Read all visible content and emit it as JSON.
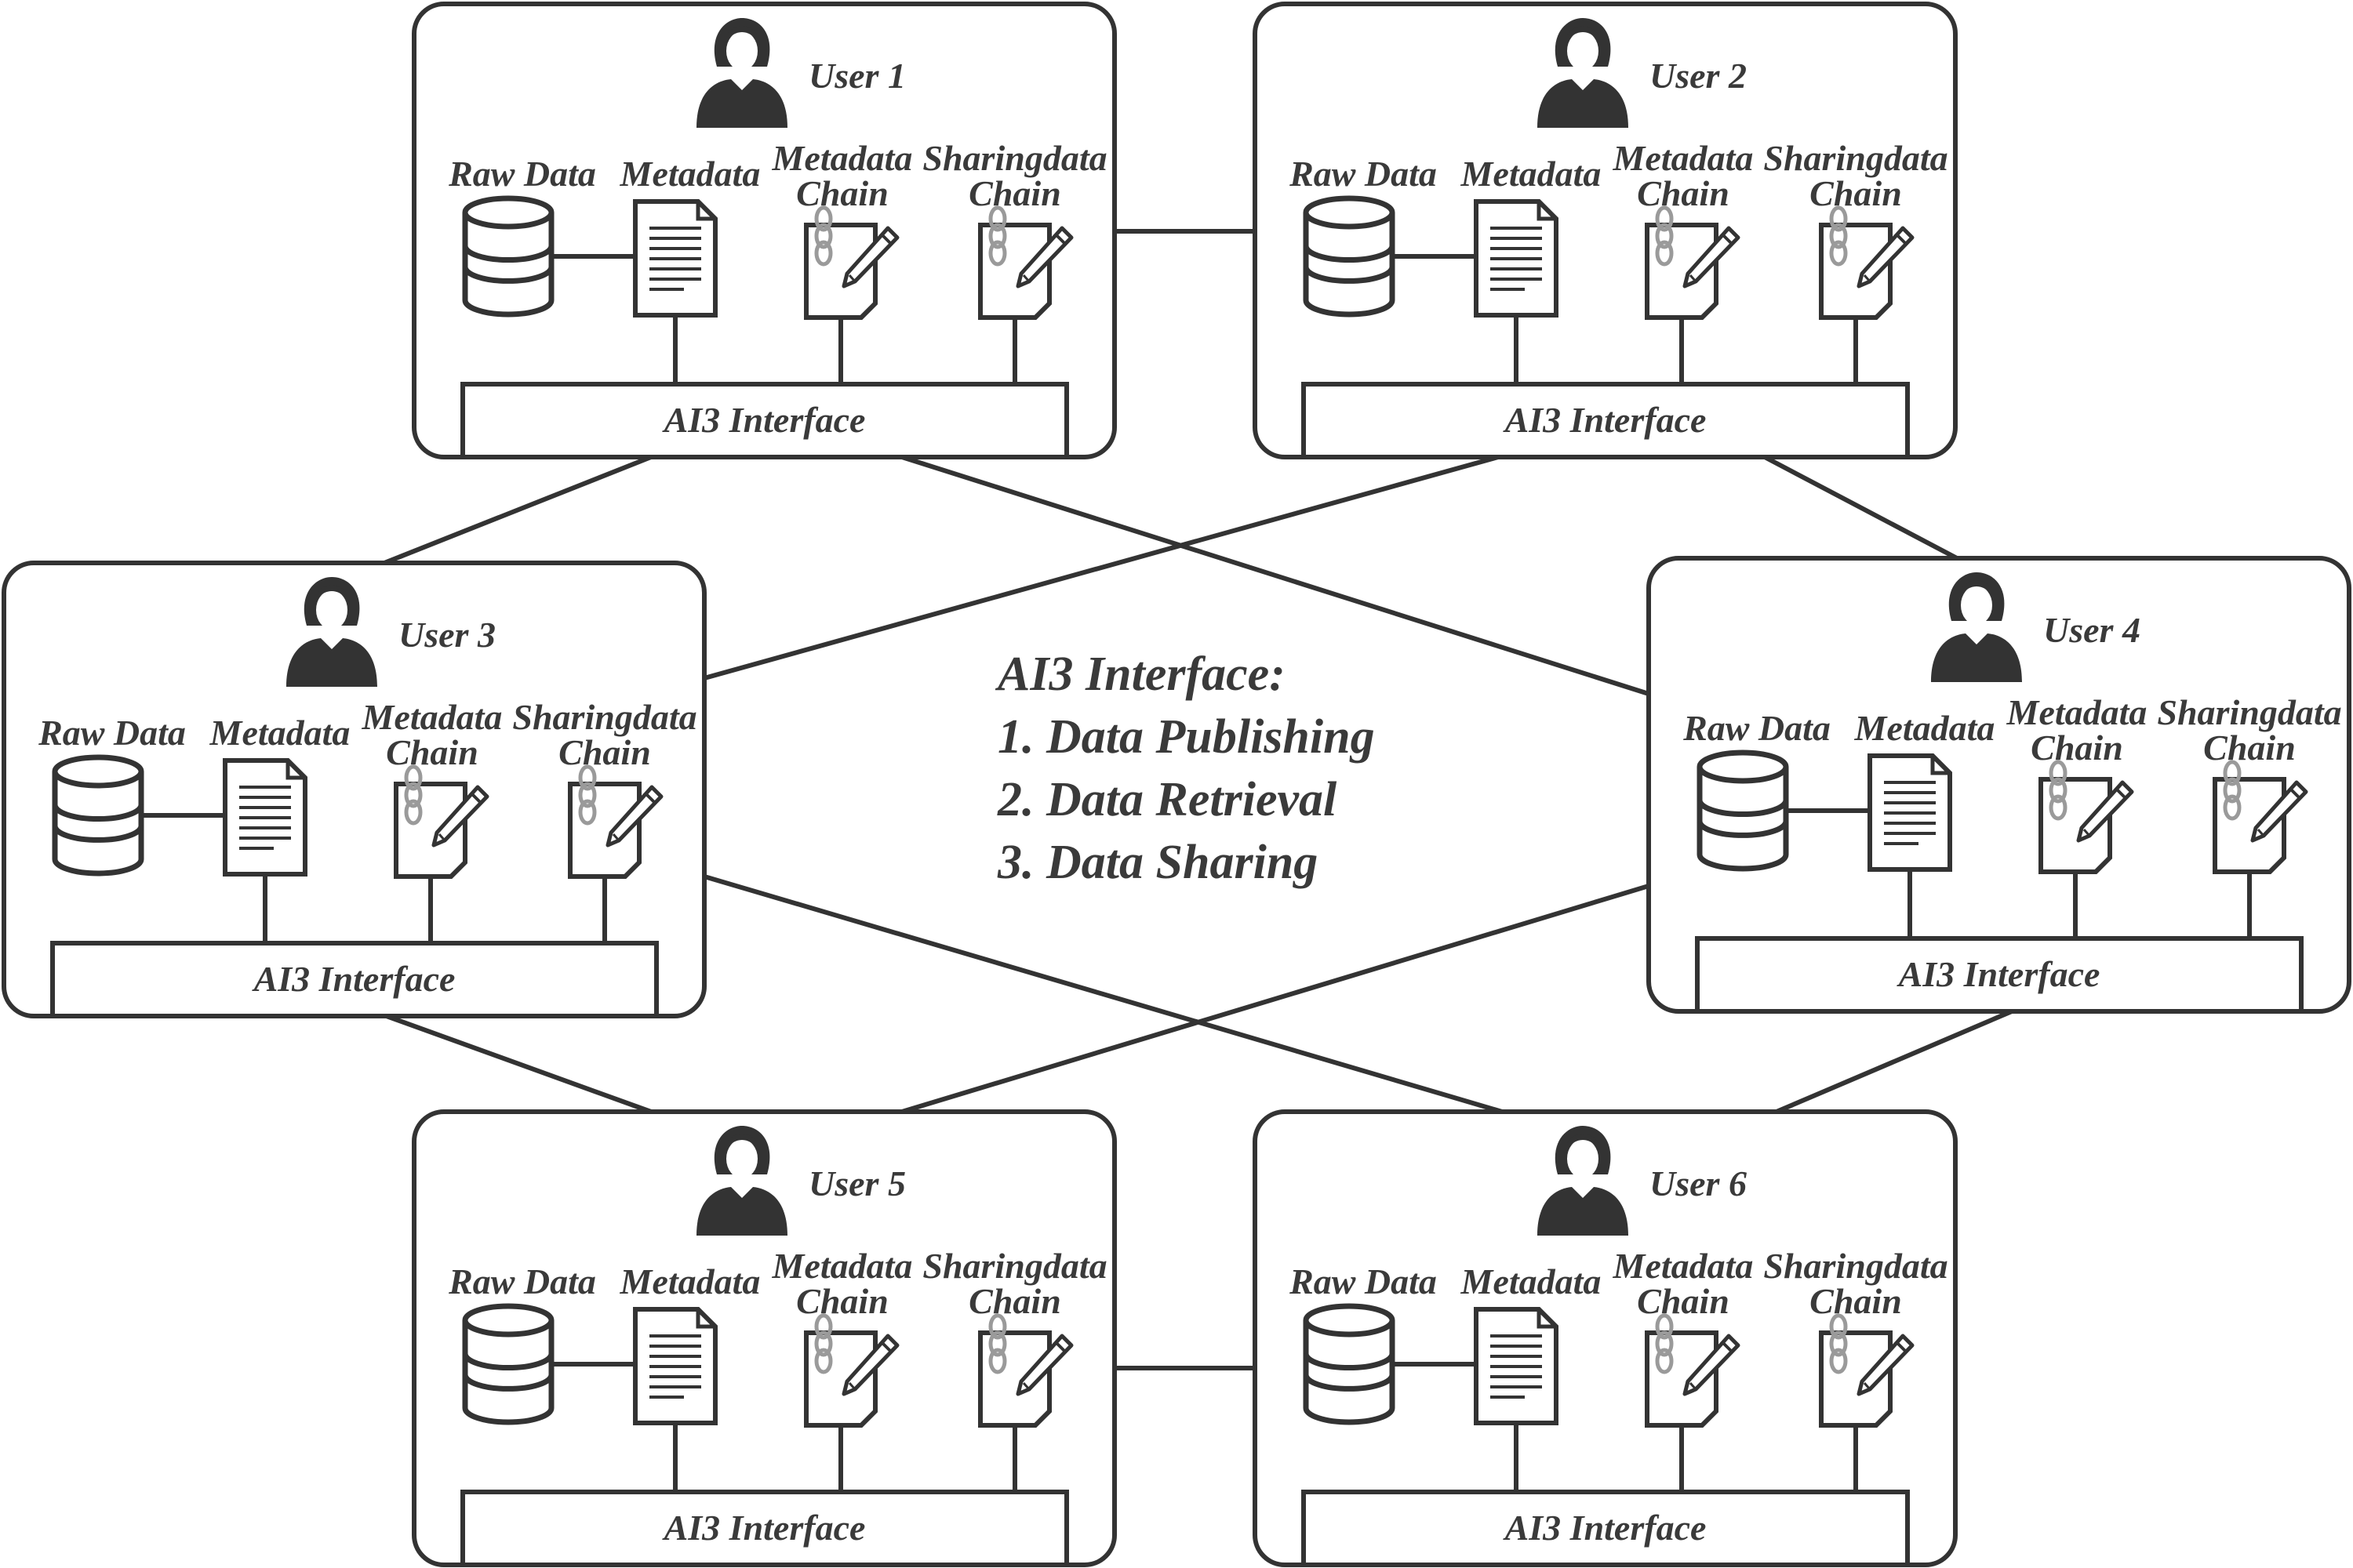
{
  "center": {
    "title": "AI3 Interface:",
    "items": [
      "1. Data Publishing",
      "2. Data Retrieval",
      "3. Data Sharing"
    ]
  },
  "labels": {
    "raw": "Raw Data",
    "meta": "Metadata",
    "mchain_1": "Metadata",
    "mchain_2": "Chain",
    "schain_1": "Sharingdata",
    "schain_2": "Chain",
    "interface": "AI3 Interface"
  },
  "users": [
    {
      "name": "User 1"
    },
    {
      "name": "User 2"
    },
    {
      "name": "User 3"
    },
    {
      "name": "User 4"
    },
    {
      "name": "User 5"
    },
    {
      "name": "User 6"
    }
  ],
  "colors": {
    "stroke": "#333333",
    "ink": "#3a3a3a",
    "chain_link": "#9a9a9a"
  },
  "icons": [
    "user-avatar-icon",
    "database-icon",
    "document-icon",
    "chain-document-icon",
    "pencil-icon"
  ]
}
